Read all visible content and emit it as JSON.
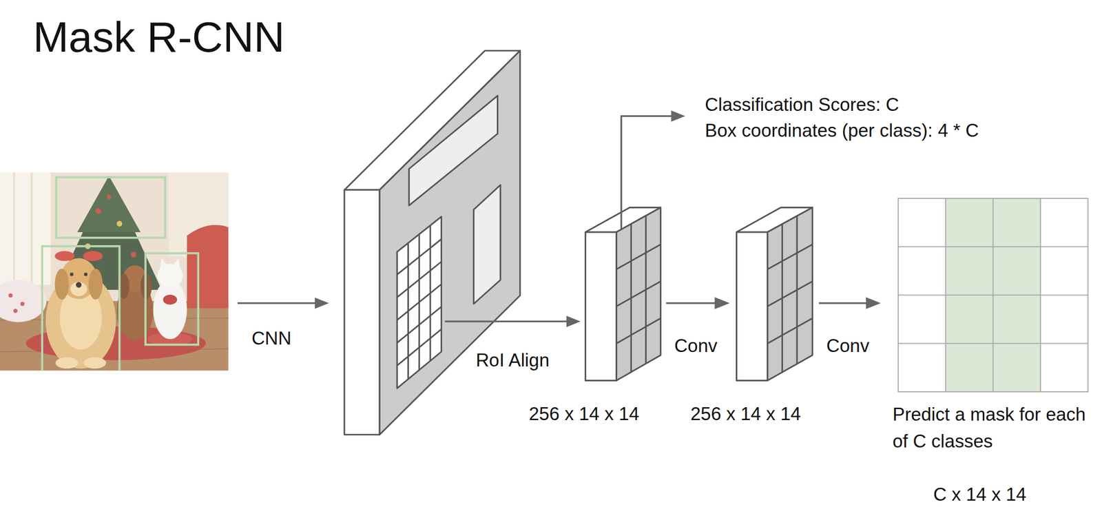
{
  "diagram": {
    "title": "Mask R-CNN",
    "nodes": [
      {
        "text": [
          "256 x 14 x 14"
        ]
      },
      {
        "text": [
          "256 x 14 x 14"
        ]
      },
      {
        "text": [
          "Predict a mask for each of C classes",
          "C x 14 x 14"
        ]
      }
    ],
    "edges": [
      {
        "from": 0,
        "to": 1,
        "label": "Conv",
        "arrow": "to"
      },
      {
        "from": 1,
        "to": 2,
        "label": "Conv",
        "arrow": "to"
      }
    ],
    "labels": [
      "CNN",
      "RoI Align",
      "Classification Scores: C",
      "Box coordinates (per class): 4 * C"
    ]
  }
}
